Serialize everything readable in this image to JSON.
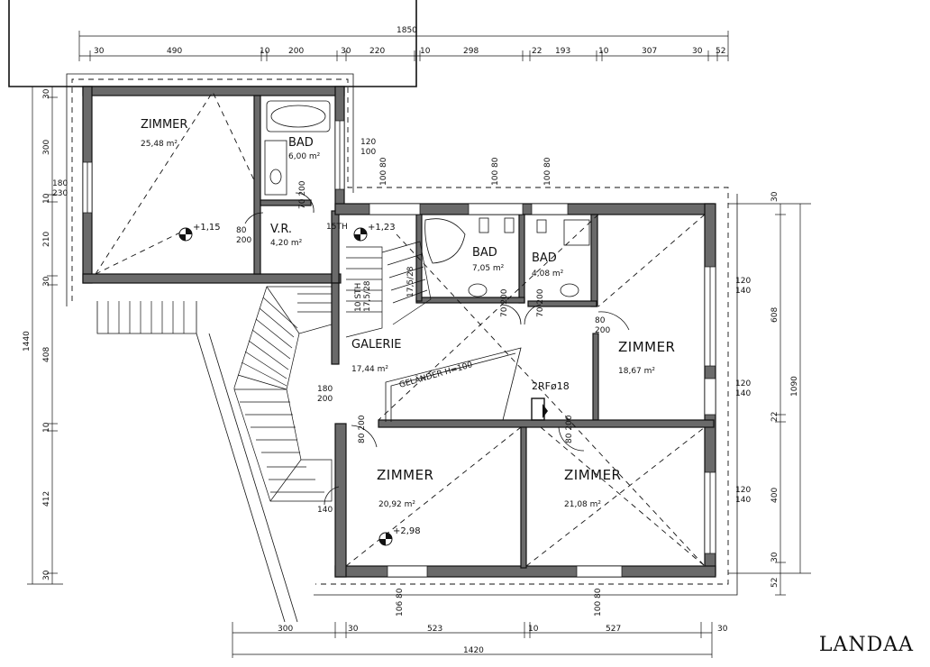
{
  "dims_top": {
    "total": "1850",
    "segments": [
      "30",
      "490",
      "10",
      "200",
      "30",
      "220",
      "10",
      "298",
      "22",
      "193",
      "10",
      "307",
      "30",
      "52"
    ]
  },
  "dims_bottom": {
    "total": "1420",
    "segments": [
      "300",
      "30",
      "523",
      "10",
      "527",
      "30"
    ]
  },
  "dims_left": {
    "total": "1440",
    "segments": [
      "30",
      "300",
      "10",
      "210",
      "30",
      "408",
      "10",
      "412",
      "30"
    ]
  },
  "dims_right": {
    "total": "1090",
    "segments": [
      "30",
      "608",
      "22",
      "400",
      "30",
      "52"
    ]
  },
  "window_marks": {
    "left_window": "180\n230",
    "zimmer_ne": "120\n140",
    "zimmer_e": "120\n140",
    "zimmer_se": "120\n140",
    "bad_window": "120\n100",
    "galerie": "180\n200",
    "bottom_a": "106\n80",
    "bottom_b": "100\n80",
    "bad2_top": "100\n80",
    "bad3_top": "100\n80",
    "v_r_top": "100\n80"
  },
  "rooms": {
    "zimmer_nw": {
      "name": "ZIMMER",
      "area": "25,48 m²"
    },
    "bad_1": {
      "name": "BAD",
      "area": "6,00 m²"
    },
    "vr": {
      "name": "V.R.",
      "area": "4,20 m²"
    },
    "bad_2": {
      "name": "BAD",
      "area": "7,05 m²"
    },
    "bad_3": {
      "name": "BAD",
      "area": "4,08 m²"
    },
    "galerie": {
      "name": "GALERIE",
      "area": "17,44 m²"
    },
    "zimmer_ne": {
      "name": "ZIMMER",
      "area": "18,67 m²"
    },
    "zimmer_sw": {
      "name": "ZIMMER",
      "area": "20,92 m²"
    },
    "zimmer_se": {
      "name": "ZIMMER",
      "area": "21,08 m²"
    }
  },
  "doors": {
    "d1": "80\n200",
    "d2": "70\n200",
    "d3": "70\n200",
    "d4": "70\n200",
    "d5": "80\n200",
    "d6": "80\n200",
    "d7": "80\n200",
    "d8": "140"
  },
  "levels": {
    "l1": "+1,15",
    "l2": "+1,23",
    "l3": "+2,98"
  },
  "labels": {
    "gelaender": "GELÄNDER H=100",
    "rf": "2RFø18",
    "stair_1": "15TH",
    "stair_2": "10 STH",
    "stair_3": "17,5/28",
    "stair_4": "17,5/28"
  },
  "logo": "LANDAA"
}
